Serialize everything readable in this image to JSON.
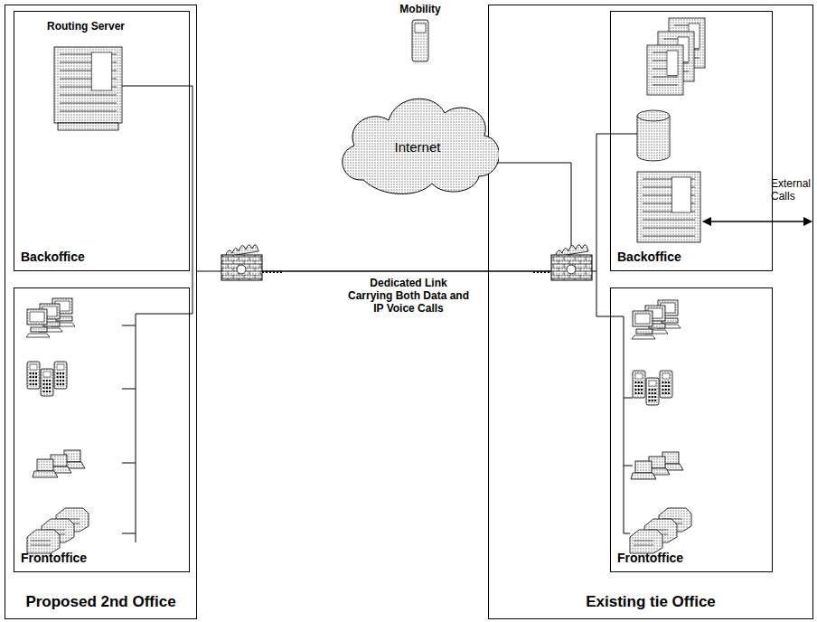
{
  "diagram": {
    "nodes": [
      {
        "text": [
          "Proposed 2nd Office"
        ]
      },
      {
        "text": [
          "Backoffice"
        ],
        "in": 0
      },
      {
        "text": [
          "Routing Server"
        ],
        "in": 1
      },
      {
        "text": [
          "Frontoffice"
        ],
        "in": 0
      },
      {
        "text": [
          "Existing tie Office"
        ]
      },
      {
        "text": [
          "Backoffice"
        ],
        "in": 4
      },
      {
        "text": [
          "Frontoffice"
        ],
        "in": 4
      },
      {
        "text": [
          "Internet"
        ]
      },
      {
        "text": [
          "Mobility"
        ]
      }
    ],
    "labels": [
      "Dedicated Link Carrying Both Data and IP Voice Calls",
      "External Calls"
    ]
  }
}
